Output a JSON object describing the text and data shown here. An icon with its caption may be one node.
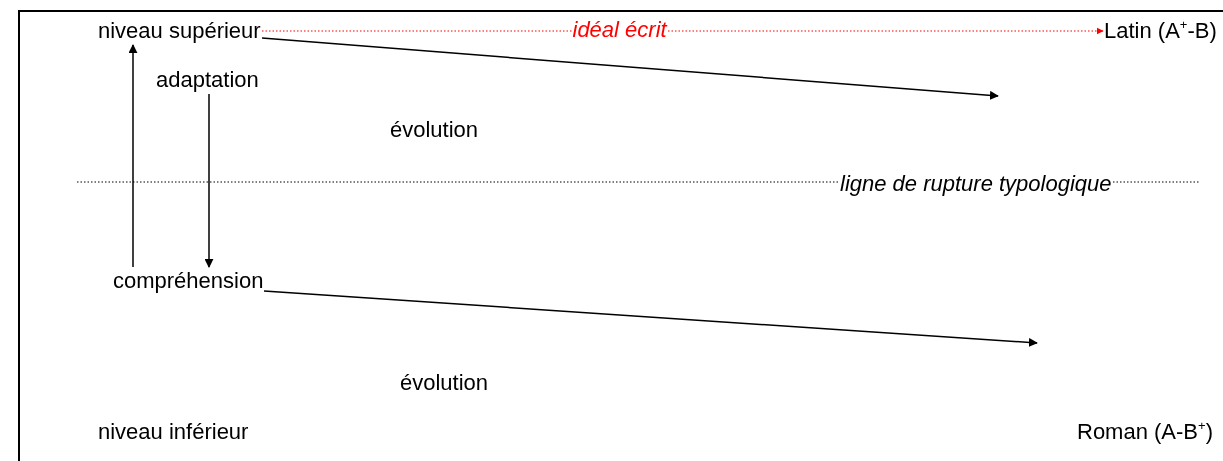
{
  "diagram": {
    "nodes": [
      {
        "text": [
          "niveau supérieur"
        ]
      },
      {
        "text": [
          "Latin (A$^{+}$-B)"
        ]
      },
      {
        "text": [
          "adaptation"
        ]
      },
      {
        "text": [
          "compréhension"
        ]
      },
      {
        "text": [
          "niveau inférieur"
        ]
      },
      {
        "text": [
          "Roman (A-B$^{+}$)"
        ]
      }
    ],
    "edges": [
      {
        "from": 0,
        "to": 1,
        "arrow": "to",
        "label": "idéal écrit",
        "style": "dashed",
        "color": "#ff0000"
      },
      {
        "from": 0,
        "to": null,
        "arrow": "to"
      },
      {
        "from": 3,
        "to": 0,
        "arrow": "to"
      },
      {
        "from": 2,
        "to": 3,
        "arrow": "to"
      },
      {
        "from": 3,
        "to": null,
        "arrow": "to"
      }
    ],
    "labels": [
      "évolution",
      "ligne de rupture typologique",
      "évolution"
    ]
  }
}
